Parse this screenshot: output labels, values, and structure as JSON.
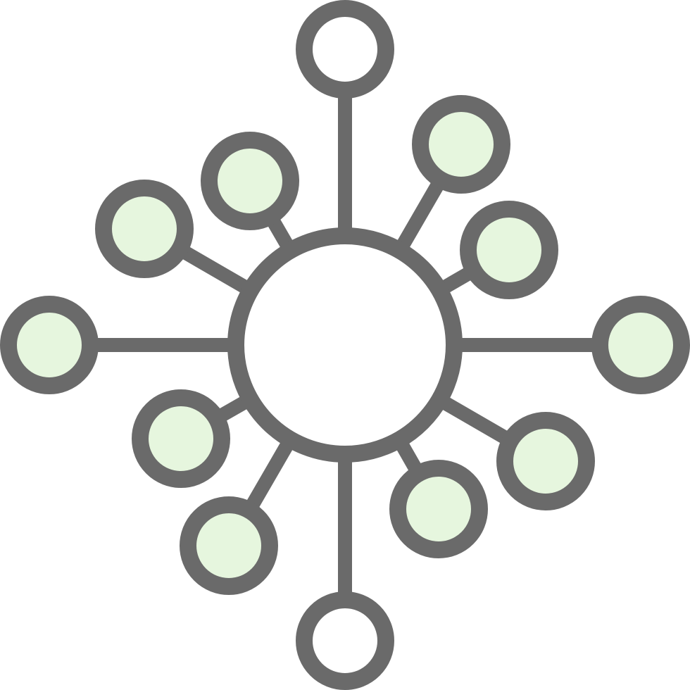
{
  "icon": {
    "name": "network-hub-icon",
    "colors": {
      "stroke": "#6a6a6a",
      "node_fill": "#e6f6de",
      "hub_fill": "#ffffff",
      "background": "#ffffff"
    },
    "node_count": 12,
    "white_node_count": 2,
    "green_node_count": 10
  }
}
